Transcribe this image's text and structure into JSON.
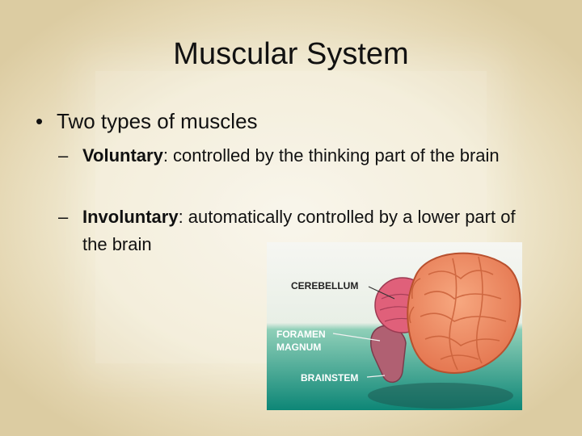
{
  "slide": {
    "title": "Muscular System",
    "bullet": "Two types of muscles",
    "sub_items": [
      {
        "term": "Voluntary",
        "rest": ": controlled by the thinking part of the brain"
      },
      {
        "term": "Involuntary",
        "rest": ": automatically controlled by a lower part of the brain"
      }
    ]
  },
  "figure": {
    "labels": {
      "cerebellum": "CEREBELLUM",
      "foramen_1": "FORAMEN",
      "foramen_2": "MAGNUM",
      "brainstem": "BRAINSTEM"
    },
    "colors": {
      "background_top": "#f4f4f0",
      "background_bottom": "#0e8a7a",
      "brain": "#f08a62",
      "cerebellum": "#e0607a",
      "brainstem": "#b06072",
      "label_dark": "#222222",
      "label_light": "#ffffff"
    }
  }
}
